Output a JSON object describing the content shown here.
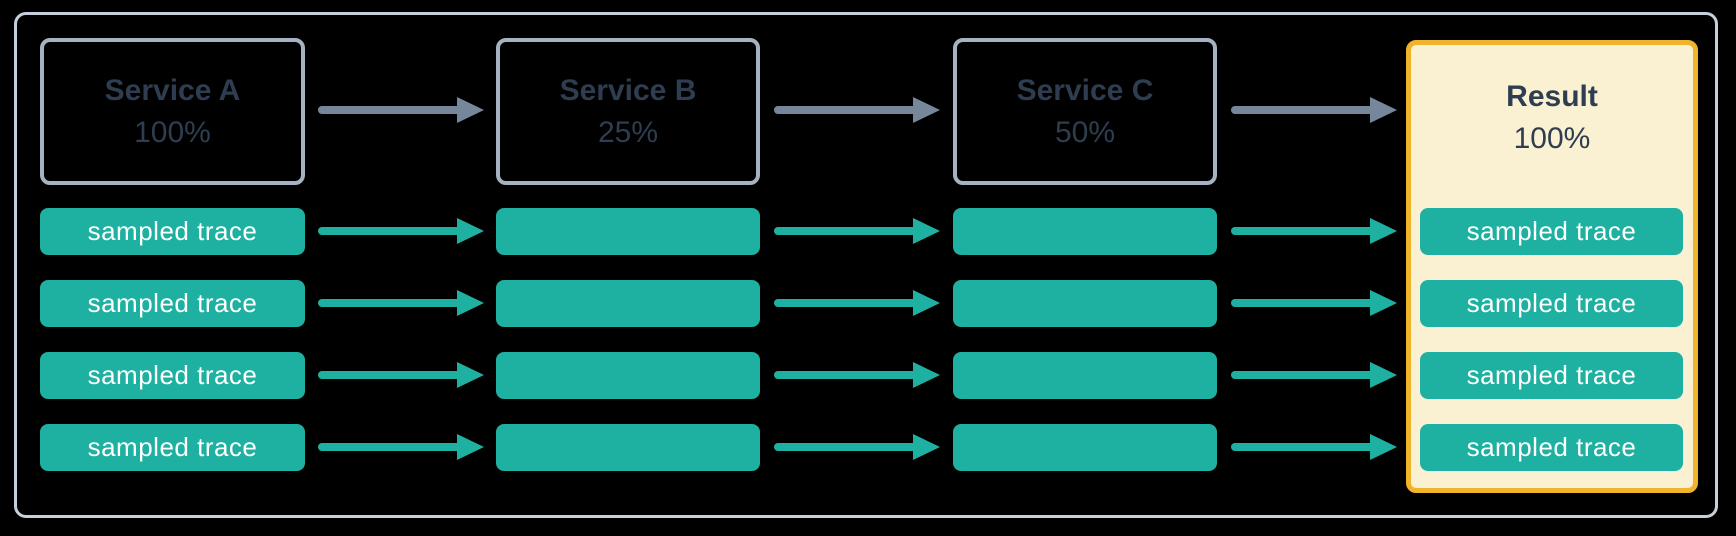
{
  "columns": [
    {
      "title": "Service A",
      "rate": "100%"
    },
    {
      "title": "Service B",
      "rate": "25%"
    },
    {
      "title": "Service C",
      "rate": "50%"
    },
    {
      "title": "Result",
      "rate": "100%"
    }
  ],
  "trace_rows": [
    {
      "left_label": "sampled trace",
      "right_label": "sampled trace"
    },
    {
      "left_label": "sampled trace",
      "right_label": "sampled trace"
    },
    {
      "left_label": "sampled trace",
      "right_label": "sampled trace"
    },
    {
      "left_label": "sampled trace",
      "right_label": "sampled trace"
    }
  ],
  "colors": {
    "background": "#000000",
    "frame_border": "#c6d0dc",
    "service_border": "#a6b2c1",
    "service_text": "#2e3d4f",
    "arrow_gray": "#76879b",
    "trace_teal": "#1eb1a1",
    "trace_text": "#ffffff",
    "result_background": "#faf0d2",
    "result_border": "#f0b32c"
  }
}
